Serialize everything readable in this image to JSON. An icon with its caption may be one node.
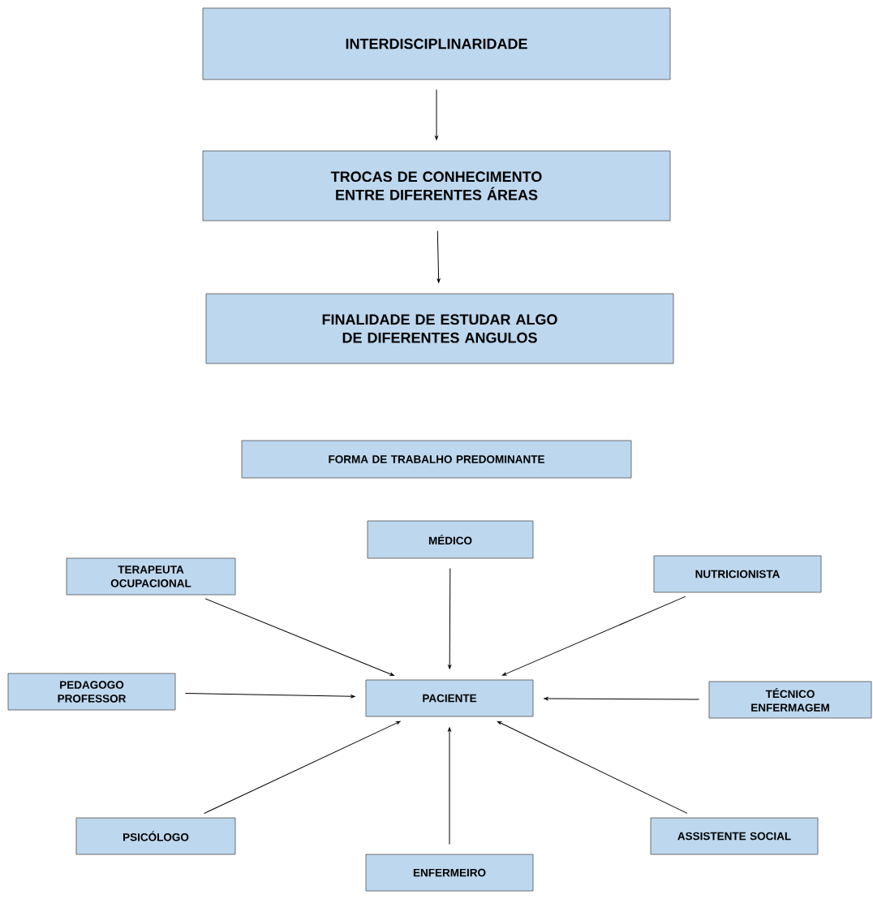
{
  "diagram": {
    "nodes": [
      {
        "text": [
          "INTERDISCIPLINARIDADE"
        ]
      },
      {
        "text": [
          "TROCAS DE CONHECIMENTO ENTRE DIFERENTES ÁREAS"
        ]
      },
      {
        "text": [
          "FINALIDADE DE ESTUDAR ALGO DE DIFERENTES ANGULOS"
        ]
      },
      {
        "text": [
          "FORMA DE TRABALHO PREDOMINANTE"
        ]
      },
      {
        "text": [
          "MÉDICO"
        ]
      },
      {
        "text": [
          "TERAPEUTA OCUPACIONAL"
        ]
      },
      {
        "text": [
          "NUTRICIONISTA"
        ]
      },
      {
        "text": [
          "PEDAGOGO PROFESSOR"
        ]
      },
      {
        "text": [
          "PACIENTE"
        ]
      },
      {
        "text": [
          "TÉCNICO ENFERMAGEM"
        ]
      },
      {
        "text": [
          "PSICÓLOGO"
        ]
      },
      {
        "text": [
          "ASSISTENTE SOCIAL"
        ]
      },
      {
        "text": [
          "ENFERMEIRO"
        ]
      }
    ],
    "edges": [
      {
        "from": 0,
        "to": 1,
        "arrow": "to"
      },
      {
        "from": 1,
        "to": 2,
        "arrow": "to"
      },
      {
        "from": 4,
        "to": 8,
        "arrow": "to"
      },
      {
        "from": 5,
        "to": 8,
        "arrow": "to"
      },
      {
        "from": 6,
        "to": 8,
        "arrow": "to"
      },
      {
        "from": 7,
        "to": 8,
        "arrow": "to"
      },
      {
        "from": 9,
        "to": 8,
        "arrow": "to"
      },
      {
        "from": 10,
        "to": 8,
        "arrow": "to"
      },
      {
        "from": 11,
        "to": 8,
        "arrow": "to"
      },
      {
        "from": 12,
        "to": 8,
        "arrow": "to"
      }
    ]
  }
}
